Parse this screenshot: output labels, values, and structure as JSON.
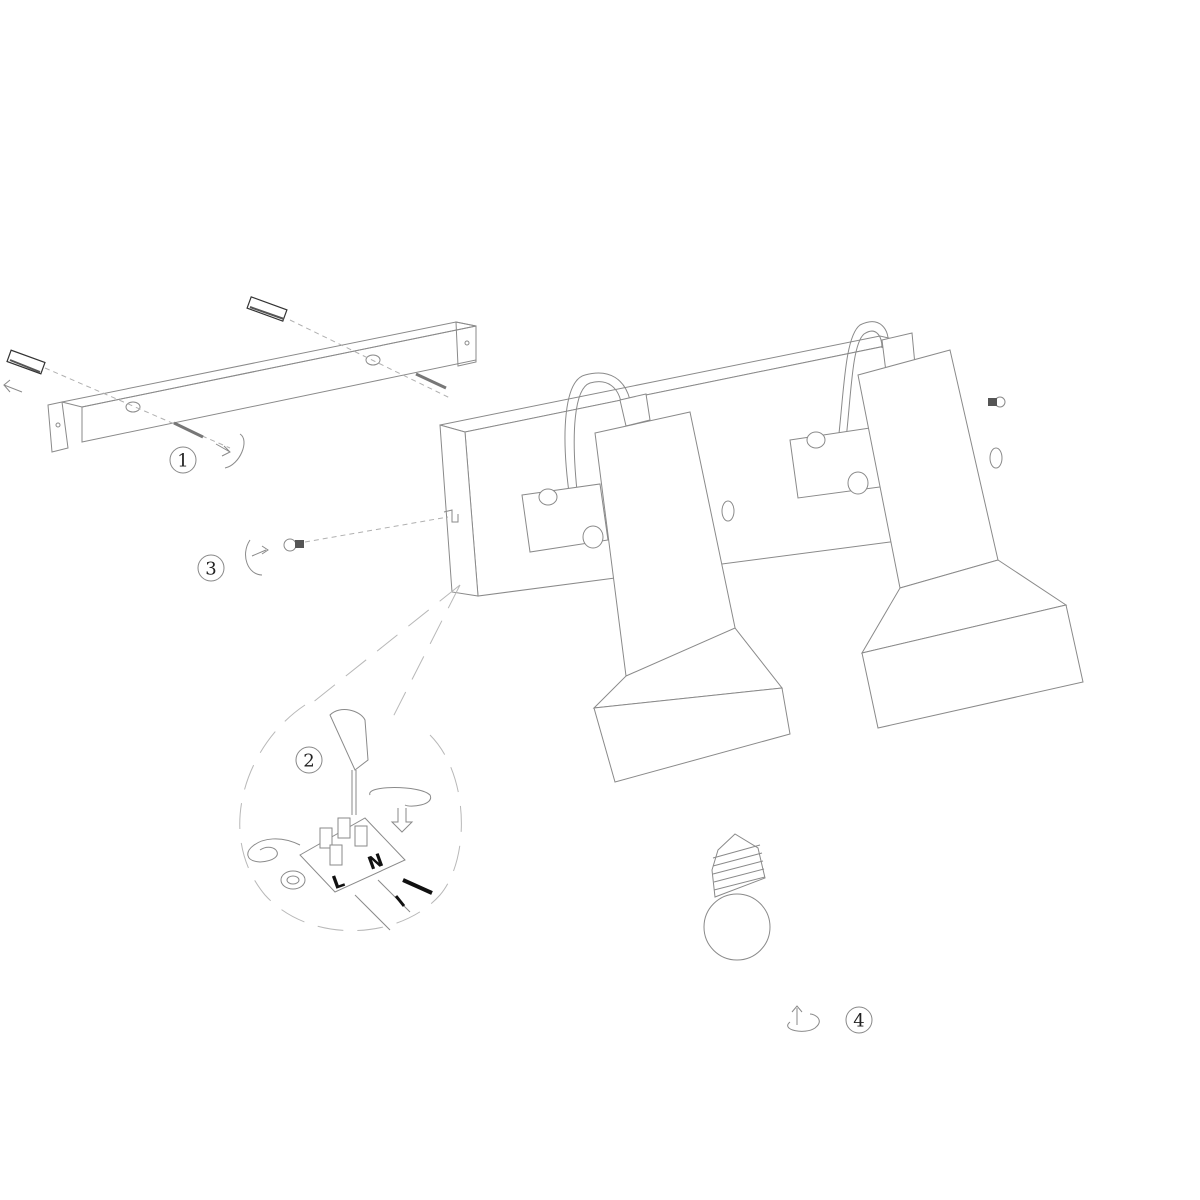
{
  "diagram": {
    "type": "assembly-instructions",
    "subject": "Two-spot wall lamp",
    "background": "#ffffff",
    "line_color": "#8a8a8a",
    "steps": [
      {
        "number": "1",
        "description": "Mount bracket with wall plugs and screws"
      },
      {
        "number": "2",
        "description": "Connect wires to terminal block"
      },
      {
        "number": "3",
        "description": "Fix lamp base to bracket with screw"
      },
      {
        "number": "4",
        "description": "Screw in bulb"
      }
    ],
    "terminal_labels": {
      "live": "L",
      "neutral": "N"
    }
  }
}
